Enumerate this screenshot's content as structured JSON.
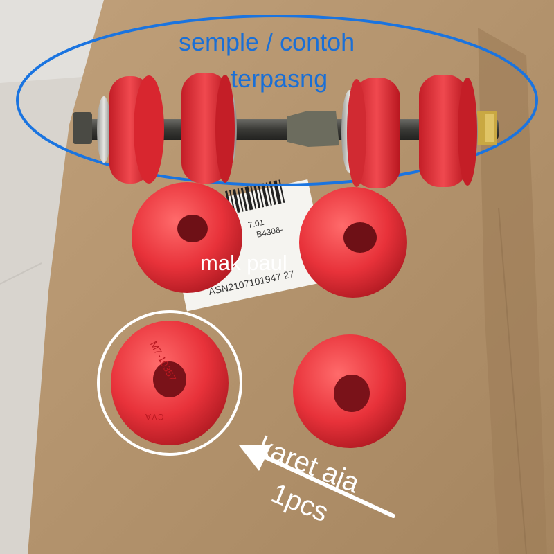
{
  "image": {
    "caption_line1": "semple / contoh",
    "caption_line2": "terpasng",
    "watermark": "mak   paul",
    "note_line1": "karet aja",
    "note_line2": "1pcs",
    "label_text_1": "7.01",
    "label_text_2": "ASN2107101947  27",
    "label_text_3": "B4306-",
    "part_stamp": "M7-10357",
    "part_stamp_2": "CMA"
  },
  "colors": {
    "caption": "#1a6fd6",
    "ellipse": "#1a74e0",
    "rubber": "#e8323a",
    "cardboard": "#b49570",
    "overlay_white": "#ffffff"
  }
}
